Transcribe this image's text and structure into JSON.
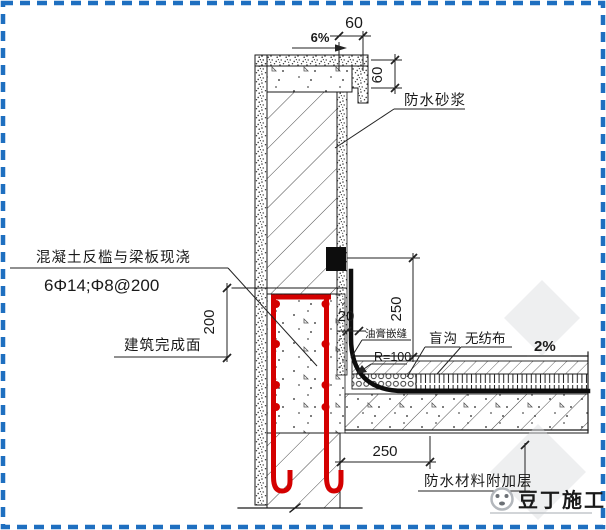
{
  "drawing": {
    "annotations": {
      "dim_coping_overhang": "60",
      "coping_slope": "6%",
      "dim_coping_edge": "60",
      "label_waterproof_mortar": "防水砂浆",
      "note_concrete": "混凝土反槛与梁板现浇",
      "note_rebar": "6Φ14;Φ8@200",
      "dim_upstand": "200",
      "label_finished_surface": "建筑完成面",
      "dim_joint": "20",
      "label_sealant": "油膏嵌缝",
      "label_radius": "R=100",
      "dim_flashing_height": "250",
      "label_blind_drain": "盲沟",
      "label_nonwoven": "无纺布",
      "roof_slope": "2%",
      "dim_additional_width": "250",
      "label_additional_layer": "防水材料附加层"
    },
    "watermark": {
      "logo": "豆丁施工"
    },
    "colors": {
      "rebar": "#d40000",
      "border": "#1e6fc0",
      "watermark_text": "#aab0b6",
      "watermark_shape": "#d9dbde",
      "line": "#1a1a1a"
    }
  }
}
